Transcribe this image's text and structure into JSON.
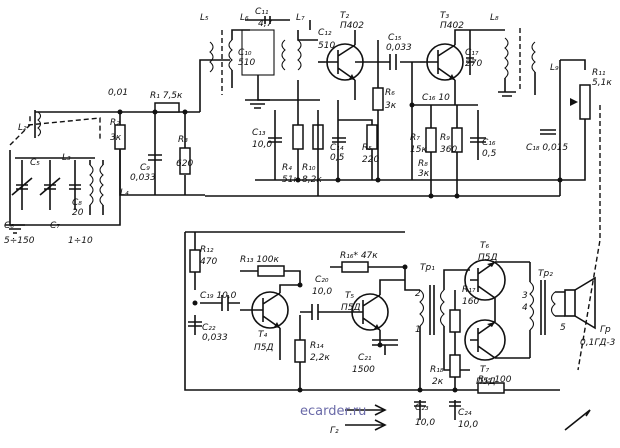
{
  "watermark": "ecarder.ru",
  "labels": [
    {
      "id": "L2",
      "text": "L₂"
    },
    {
      "id": "L3",
      "text": "L₃"
    },
    {
      "id": "L4",
      "text": "L₄"
    },
    {
      "id": "L5",
      "text": "L₅"
    },
    {
      "id": "L6",
      "text": "L₆"
    },
    {
      "id": "L7",
      "text": "L₇"
    },
    {
      "id": "L8",
      "text": "L₈"
    },
    {
      "id": "L9",
      "text": "L₉"
    },
    {
      "id": "C5",
      "text": "C₅"
    },
    {
      "id": "C6",
      "text": "C₆"
    },
    {
      "id": "C6v",
      "text": "5÷150"
    },
    {
      "id": "C7",
      "text": "C₇"
    },
    {
      "id": "C7v",
      "text": "1÷10"
    },
    {
      "id": "C8",
      "text": "C₈"
    },
    {
      "id": "C8v",
      "text": "20"
    },
    {
      "id": "R1",
      "text": "R₁ 7,5к"
    },
    {
      "id": "V001",
      "text": "0,01"
    },
    {
      "id": "R2",
      "text": "R₂"
    },
    {
      "id": "R2v",
      "text": "3к"
    },
    {
      "id": "R3",
      "text": "R₃"
    },
    {
      "id": "R3v",
      "text": "620"
    },
    {
      "id": "C9",
      "text": "C₉"
    },
    {
      "id": "C9v",
      "text": "0,033"
    },
    {
      "id": "C10",
      "text": "C₁₀"
    },
    {
      "id": "C10v",
      "text": "510"
    },
    {
      "id": "C11",
      "text": "C₁₁"
    },
    {
      "id": "C11v",
      "text": "4,7"
    },
    {
      "id": "C12",
      "text": "C₁₂"
    },
    {
      "id": "C12v",
      "text": "510"
    },
    {
      "id": "C13",
      "text": "C₁₃"
    },
    {
      "id": "C13v",
      "text": "10,0"
    },
    {
      "id": "R4",
      "text": "R₄"
    },
    {
      "id": "R4v",
      "text": "51к"
    },
    {
      "id": "R10",
      "text": "R₁₀"
    },
    {
      "id": "R10v",
      "text": "8,2к"
    },
    {
      "id": "C14",
      "text": "C₁₄"
    },
    {
      "id": "C14v",
      "text": "0,5"
    },
    {
      "id": "R5",
      "text": "R₅"
    },
    {
      "id": "R5v",
      "text": "220"
    },
    {
      "id": "T2",
      "text": "T₂"
    },
    {
      "id": "T2t",
      "text": "П402"
    },
    {
      "id": "C15",
      "text": "C₁₅"
    },
    {
      "id": "C15v",
      "text": "0,033"
    },
    {
      "id": "R6",
      "text": "R₆"
    },
    {
      "id": "R6v",
      "text": "3к"
    },
    {
      "id": "T3",
      "text": "T₃"
    },
    {
      "id": "T3t",
      "text": "П402"
    },
    {
      "id": "C17",
      "text": "C₁₇"
    },
    {
      "id": "C17v",
      "text": "270"
    },
    {
      "id": "C16",
      "text": "C₁₆ 10"
    },
    {
      "id": "R7",
      "text": "R₇"
    },
    {
      "id": "R7v",
      "text": "15к"
    },
    {
      "id": "R8",
      "text": "R₈"
    },
    {
      "id": "R8v",
      "text": "3к"
    },
    {
      "id": "R9",
      "text": "R₉"
    },
    {
      "id": "R9v",
      "text": "360"
    },
    {
      "id": "C16b",
      "text": "C₁₆"
    },
    {
      "id": "C16bv",
      "text": "0,5"
    },
    {
      "id": "R11",
      "text": "R₁₁"
    },
    {
      "id": "R11v",
      "text": "5,1к"
    },
    {
      "id": "C18",
      "text": "C₁₈ 0,015"
    },
    {
      "id": "R12",
      "text": "R₁₂"
    },
    {
      "id": "R12v",
      "text": "470"
    },
    {
      "id": "R13",
      "text": "R₁₃ 100к"
    },
    {
      "id": "C19",
      "text": "C₁₉ 10,0"
    },
    {
      "id": "C22",
      "text": "C₂₂"
    },
    {
      "id": "C22v",
      "text": "0,033"
    },
    {
      "id": "T4",
      "text": "T₄"
    },
    {
      "id": "T4t",
      "text": "П5Д"
    },
    {
      "id": "R14",
      "text": "R₁₄"
    },
    {
      "id": "R14v",
      "text": "2,2к"
    },
    {
      "id": "C20",
      "text": "C₂₀"
    },
    {
      "id": "C20v",
      "text": "10,0"
    },
    {
      "id": "R16",
      "text": "R₁₆* 47к"
    },
    {
      "id": "T5",
      "text": "T₅"
    },
    {
      "id": "T5t",
      "text": "П5Д"
    },
    {
      "id": "C21",
      "text": "C₂₁"
    },
    {
      "id": "C21v",
      "text": "1500"
    },
    {
      "id": "Tr1",
      "text": "Тр₁"
    },
    {
      "id": "T6",
      "text": "T₆"
    },
    {
      "id": "T6t",
      "text": "П5Д"
    },
    {
      "id": "R17",
      "text": "R₁₇"
    },
    {
      "id": "R17v",
      "text": "160"
    },
    {
      "id": "T7",
      "text": "T₇"
    },
    {
      "id": "T7t",
      "text": "П5Д"
    },
    {
      "id": "R18",
      "text": "R₁₈"
    },
    {
      "id": "R18v",
      "text": "2к"
    },
    {
      "id": "R15",
      "text": "R₁₅ 100"
    },
    {
      "id": "Tr2",
      "text": "Тр₂"
    },
    {
      "id": "Gr",
      "text": "Гр"
    },
    {
      "id": "Grv",
      "text": "0,1ГД-3"
    },
    {
      "id": "C23",
      "text": "C₂₃"
    },
    {
      "id": "C23v",
      "text": "10,0"
    },
    {
      "id": "C24",
      "text": "C₂₄"
    },
    {
      "id": "C24v",
      "text": "10,0"
    },
    {
      "id": "G2",
      "text": "Г₂"
    },
    {
      "id": "n1",
      "text": "1"
    },
    {
      "id": "n2",
      "text": "2"
    },
    {
      "id": "n3",
      "text": "3"
    },
    {
      "id": "n4",
      "text": "4"
    },
    {
      "id": "n5",
      "text": "5"
    }
  ]
}
